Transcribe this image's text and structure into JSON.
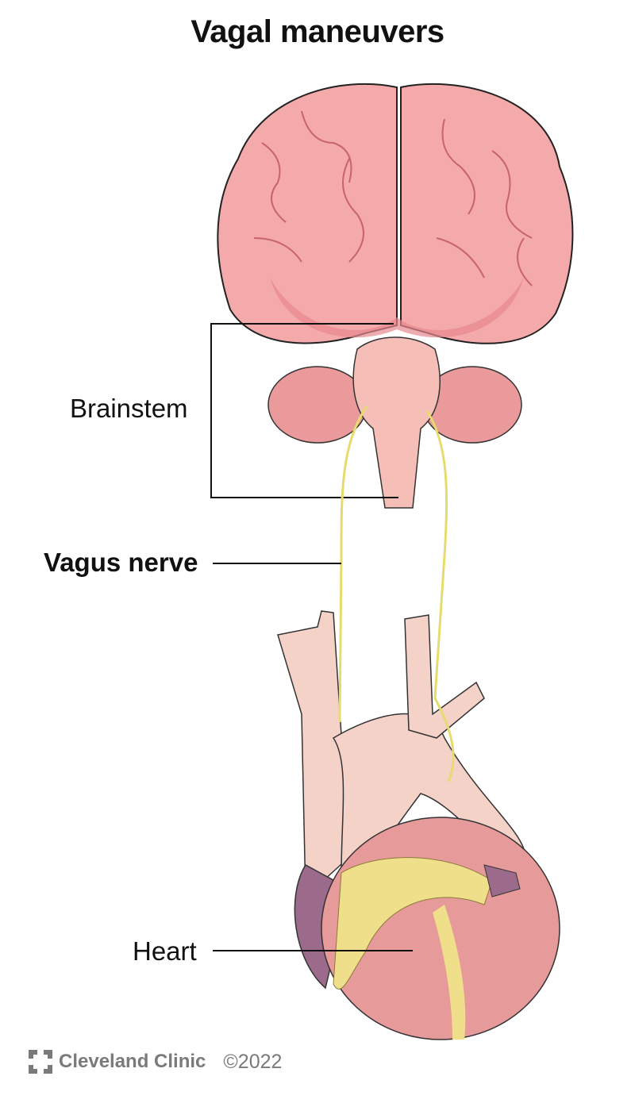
{
  "title": "Vagal maneuvers",
  "labels": {
    "brainstem": "Brainstem",
    "vagus_nerve": "Vagus nerve",
    "heart": "Heart"
  },
  "footer": {
    "brand": "Cleveland Clinic",
    "copyright": "©2022"
  },
  "colors": {
    "brain": "#f2a3a6",
    "nerve": "#e8e07a",
    "heart": "#e79a9a",
    "fat": "#f0df8a",
    "vessel": "#f4cfc4"
  }
}
